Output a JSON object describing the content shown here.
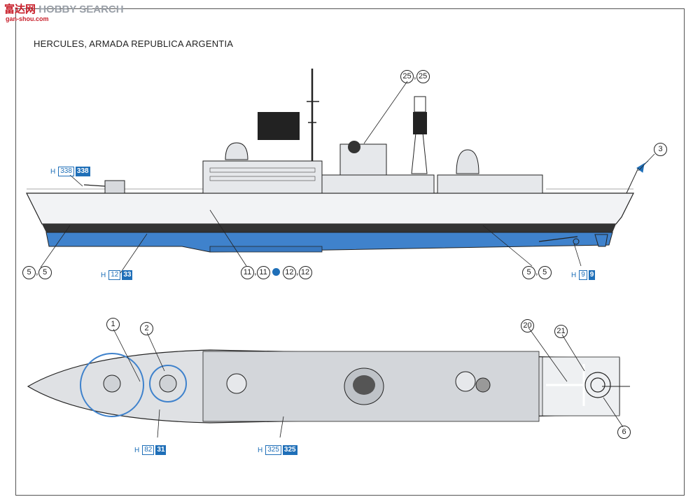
{
  "watermark": {
    "cn": "富达网",
    "brand": "HOBBY SEARCH",
    "site": "gan-shou.com"
  },
  "title": "HERCULES, ARMADA REPUBLICA ARGENTIA",
  "callouts": {
    "c25": "25",
    "c3": "3",
    "c5": "5",
    "c11": "11",
    "c12": "12",
    "c1": "1",
    "c2": "2",
    "c20": "20",
    "c21": "21",
    "c6": "6"
  },
  "hcodes": [
    {
      "h": "H",
      "lite": "338",
      "dark": "338"
    },
    {
      "h": "H",
      "lite": "12",
      "dark": "33"
    },
    {
      "h": "H",
      "lite": "9",
      "dark": "9"
    },
    {
      "h": "H",
      "lite": "82",
      "dark": "31"
    },
    {
      "h": "H",
      "lite": "325",
      "dark": "325"
    }
  ],
  "colors": {
    "hull_blue": "#3f82cc",
    "boot": "#333333",
    "paint_blue": "#1f6fb8"
  }
}
